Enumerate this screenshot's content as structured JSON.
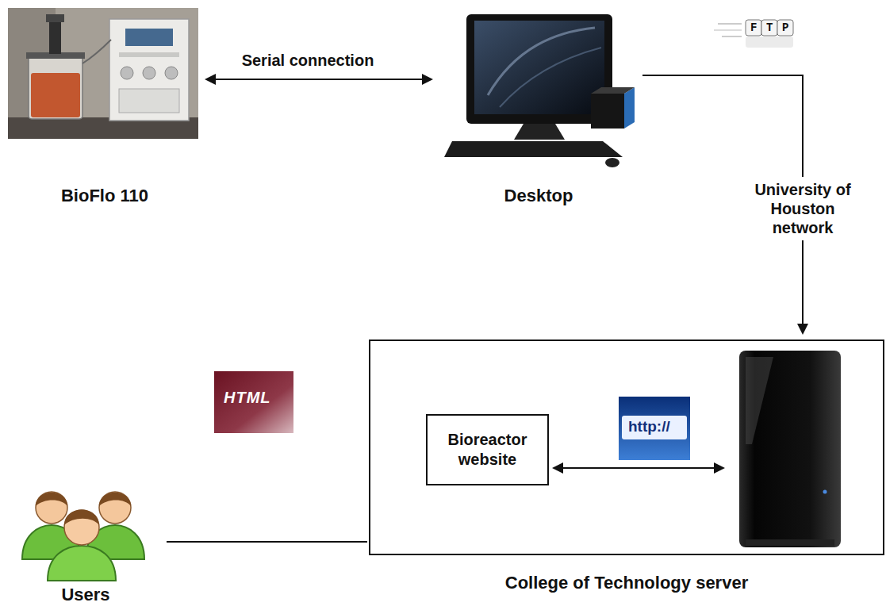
{
  "diagram": {
    "nodes": [
      {
        "text": [
          "BioFlo 110"
        ]
      },
      {
        "text": [
          "Desktop"
        ]
      },
      {
        "text": [
          "Users"
        ]
      },
      {
        "text": [
          "College of Technology server"
        ]
      },
      {
        "text": [
          "Bioreactor website"
        ],
        "in": 3
      }
    ],
    "edges": [
      {
        "from": 0,
        "to": 1,
        "label": "Serial connection",
        "arrow": "both"
      },
      {
        "from": 1,
        "to": 3,
        "label": "University of Houston network",
        "arrow": "to"
      },
      {
        "from": 2,
        "to": 3,
        "arrow": "none"
      }
    ],
    "labels": [
      "FTP",
      "HTML",
      "http://"
    ]
  }
}
